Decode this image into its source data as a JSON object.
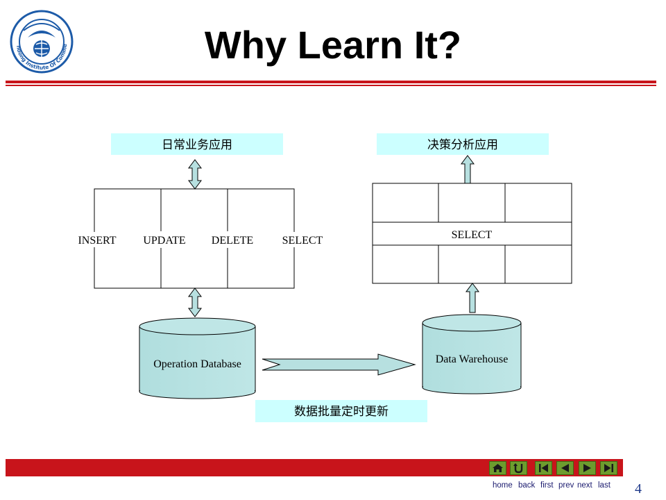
{
  "slide": {
    "title": "Why Learn It?",
    "page_number": "4"
  },
  "logo": {
    "text": "Shandong Institute Of Commerce",
    "icon": "school-emblem-icon"
  },
  "diagram": {
    "top_left_box": "日常业务应用",
    "top_right_box": "决策分析应用",
    "left_ops": [
      "INSERT",
      "UPDATE",
      "DELETE",
      "SELECT"
    ],
    "right_op": "SELECT",
    "operation_db": "Operation Database",
    "data_warehouse": "Data Warehouse",
    "bottom_box": "数据批量定时更新",
    "box_fill": "#ccffff",
    "cylinder_fill": "#b7e0e0"
  },
  "nav": {
    "buttons": [
      {
        "label": "home",
        "icon": "home-icon"
      },
      {
        "label": "back",
        "icon": "back-icon"
      },
      {
        "label": "first",
        "icon": "first-icon"
      },
      {
        "label": "prev",
        "icon": "prev-icon"
      },
      {
        "label": "next",
        "icon": "next-icon"
      },
      {
        "label": "last",
        "icon": "last-icon"
      }
    ]
  },
  "colors": {
    "accent_red": "#c8141b",
    "nav_green": "#6d9c2e",
    "page_number_blue": "#1f3a8a"
  }
}
